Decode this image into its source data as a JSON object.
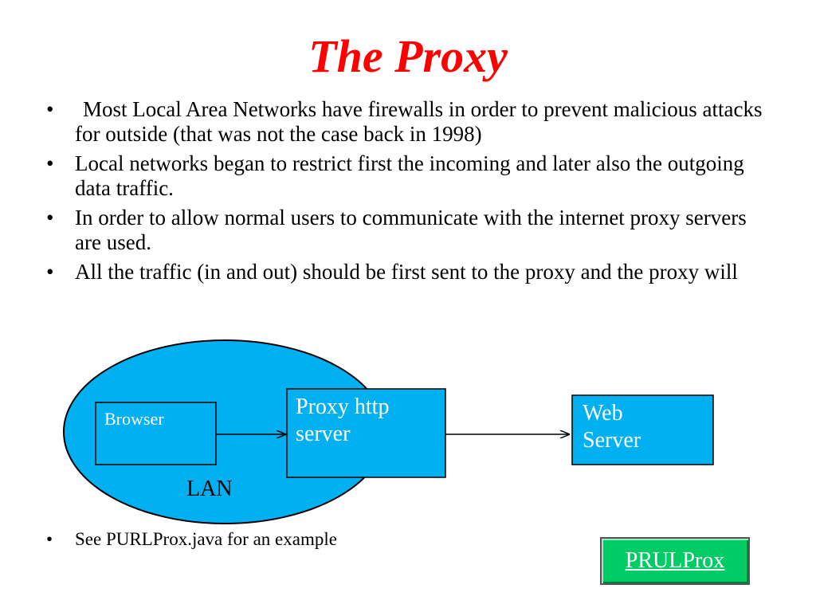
{
  "slide": {
    "title": "The Proxy",
    "bullets": [
      "Most Local Area Networks have firewalls in order to prevent malicious attacks for outside (that was not the case back in 1998)",
      "Local networks began to restrict first the incoming and later also the outgoing data traffic.",
      "In order to allow normal users to communicate with the internet proxy servers are used.",
      "All the traffic (in and out) should be first sent to the proxy and the proxy will"
    ],
    "bullet_marker": "•",
    "footer_bullet": "See PURLProx.java for an example",
    "link_button_label": "PRULProx"
  },
  "diagram": {
    "nodes": {
      "browser": "Browser",
      "proxy": [
        "Proxy http",
        "server"
      ],
      "web": [
        "Web",
        "Server"
      ],
      "lan": "LAN"
    }
  },
  "colors": {
    "title": "#ff0000",
    "node_fill": "#00b0f0",
    "button_fill": "#00cc66"
  }
}
